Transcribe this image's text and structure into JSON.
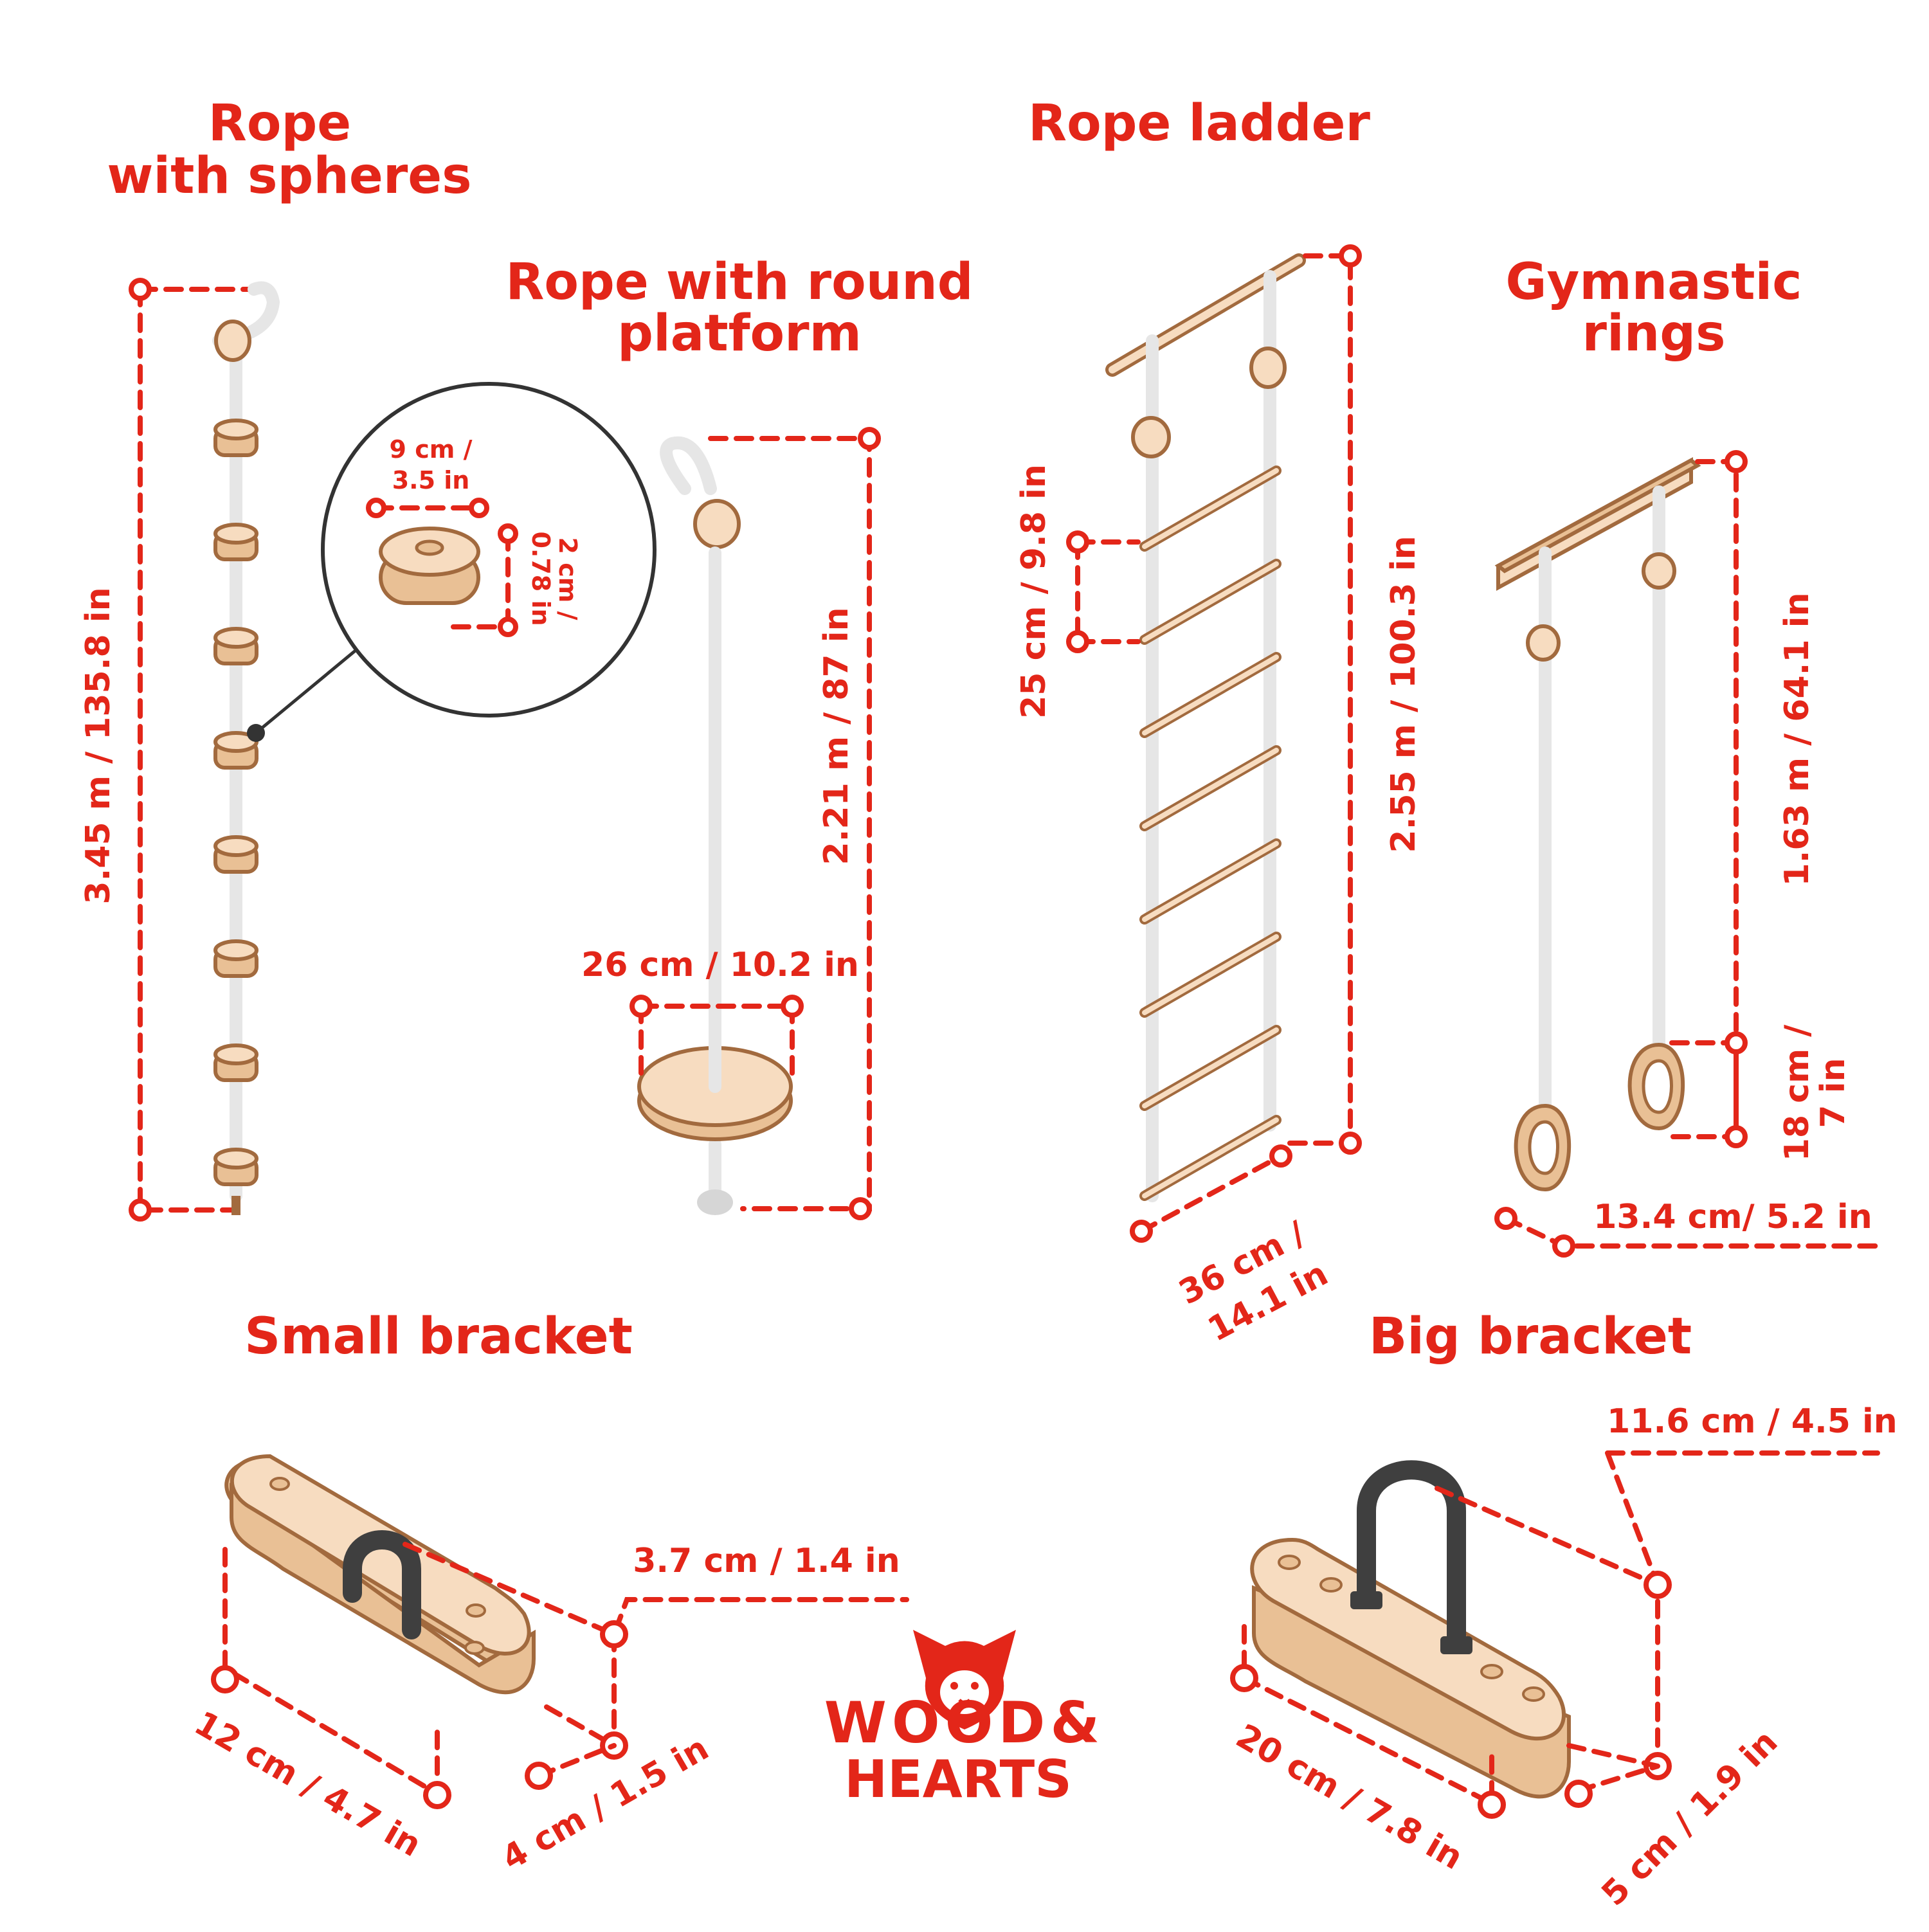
{
  "sections": {
    "rope_spheres": {
      "title_line1": "Rope",
      "title_line2": "with spheres",
      "height": "3.45 m / 135.8 in",
      "detail_width": "9 cm /",
      "detail_width2": "3.5 in",
      "detail_height": "2 cm /",
      "detail_height2": "0.78 in"
    },
    "rope_platform": {
      "title_line1": "Rope with round",
      "title_line2": "platform",
      "height": "2.21 m / 87 in",
      "diameter": "26 cm / 10.2 in"
    },
    "rope_ladder": {
      "title": "Rope ladder",
      "step": "25 cm / 9.8 in",
      "height": "2.55 m / 100.3 in",
      "width_line1": "36 cm /",
      "width_line2": "14.1 in"
    },
    "rings": {
      "title_line1": "Gymnastic",
      "title_line2": "rings",
      "height": "1.63 m / 64.1 in",
      "ring_line1": "18 cm /",
      "ring_line2": "7 in",
      "spacing": "13.4 cm/ 5.2 in"
    },
    "small_bracket": {
      "title": "Small bracket",
      "height": "3.7 cm / 1.4 in",
      "length": "12 cm / 4.7 in",
      "width": "4 cm / 1.5 in"
    },
    "big_bracket": {
      "title": "Big bracket",
      "height": "11.6 cm / 4.5 in",
      "length": "20 cm / 7.8 in",
      "width": "5 cm / 1.9 in"
    }
  },
  "logo": {
    "line1": "WOOD&",
    "line2": "HEARTS"
  },
  "colors": {
    "accent": "#e32619",
    "wood": "#f7dcc0",
    "rope": "#e6e6e6",
    "metal": "#3f3f3f"
  }
}
